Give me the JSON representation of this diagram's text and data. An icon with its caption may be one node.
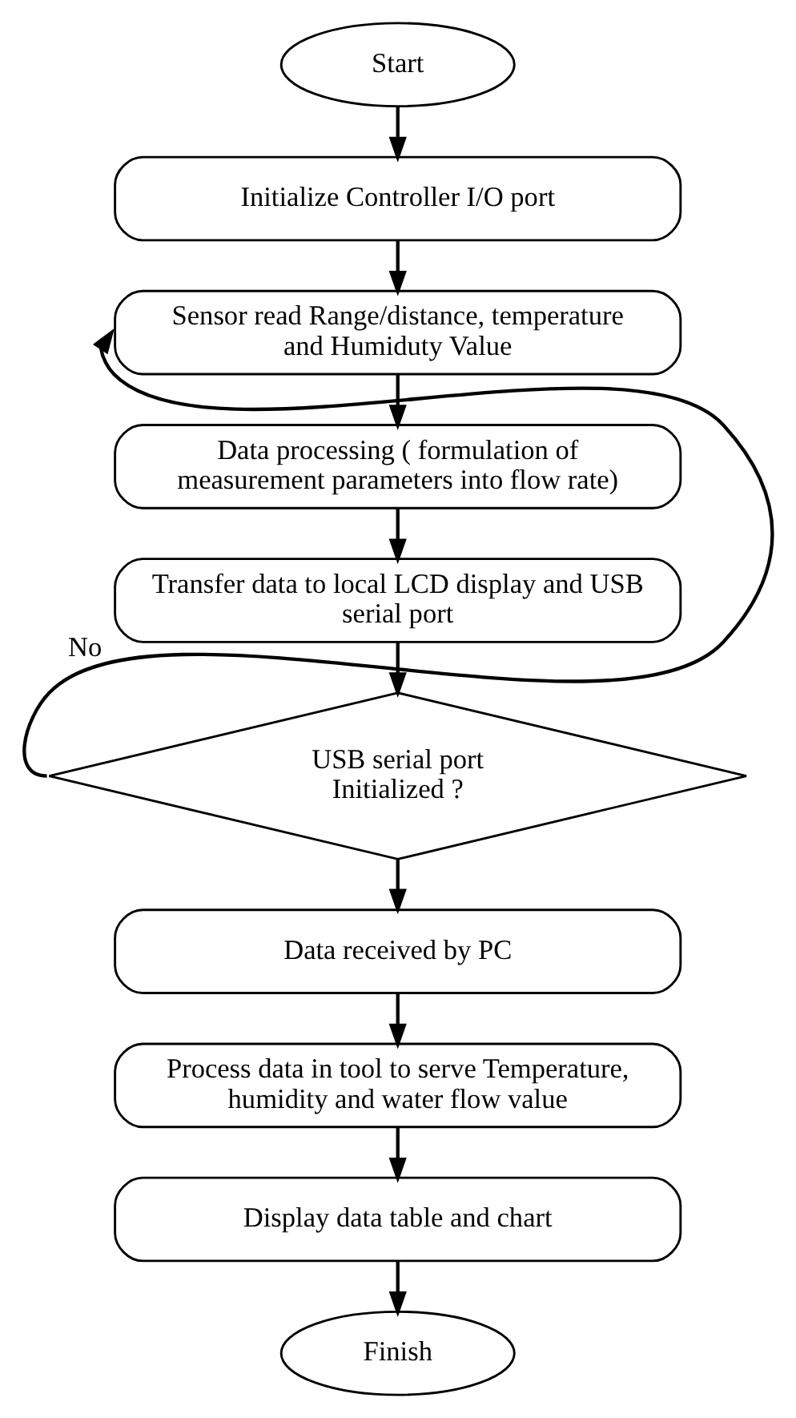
{
  "diagram": {
    "nodes": [
      {
        "text": [
          "Start"
        ]
      },
      {
        "text": [
          "Initialize Controller I/O port"
        ]
      },
      {
        "text": [
          "Sensor read Range/distance, temperature and Humiduty Value"
        ]
      },
      {
        "text": [
          "Data processing ( formulation of measurement parameters into flow rate)"
        ]
      },
      {
        "text": [
          "Transfer data to local LCD display and USB serial port"
        ]
      },
      {
        "text": [
          "USB serial port Initialized ?"
        ]
      },
      {
        "text": [
          "Data received by PC"
        ]
      },
      {
        "text": [
          "Process data in tool to serve Temperature, humidity and water flow value"
        ]
      },
      {
        "text": [
          "Display data table and chart"
        ]
      },
      {
        "text": [
          "Finish"
        ]
      }
    ],
    "edges": [
      {
        "from": 0,
        "to": 1,
        "arrow": "to"
      },
      {
        "from": 1,
        "to": 2,
        "arrow": "to"
      },
      {
        "from": 2,
        "to": 3,
        "arrow": "to"
      },
      {
        "from": 3,
        "to": 4,
        "arrow": "to"
      },
      {
        "from": 4,
        "to": 5,
        "arrow": "to"
      },
      {
        "from": 5,
        "to": 2,
        "arrow": "to",
        "label": "No"
      },
      {
        "from": 5,
        "to": 6,
        "arrow": "to"
      },
      {
        "from": 6,
        "to": 7,
        "arrow": "to"
      },
      {
        "from": 7,
        "to": 8,
        "arrow": "to"
      },
      {
        "from": 8,
        "to": 9,
        "arrow": "to"
      }
    ]
  }
}
